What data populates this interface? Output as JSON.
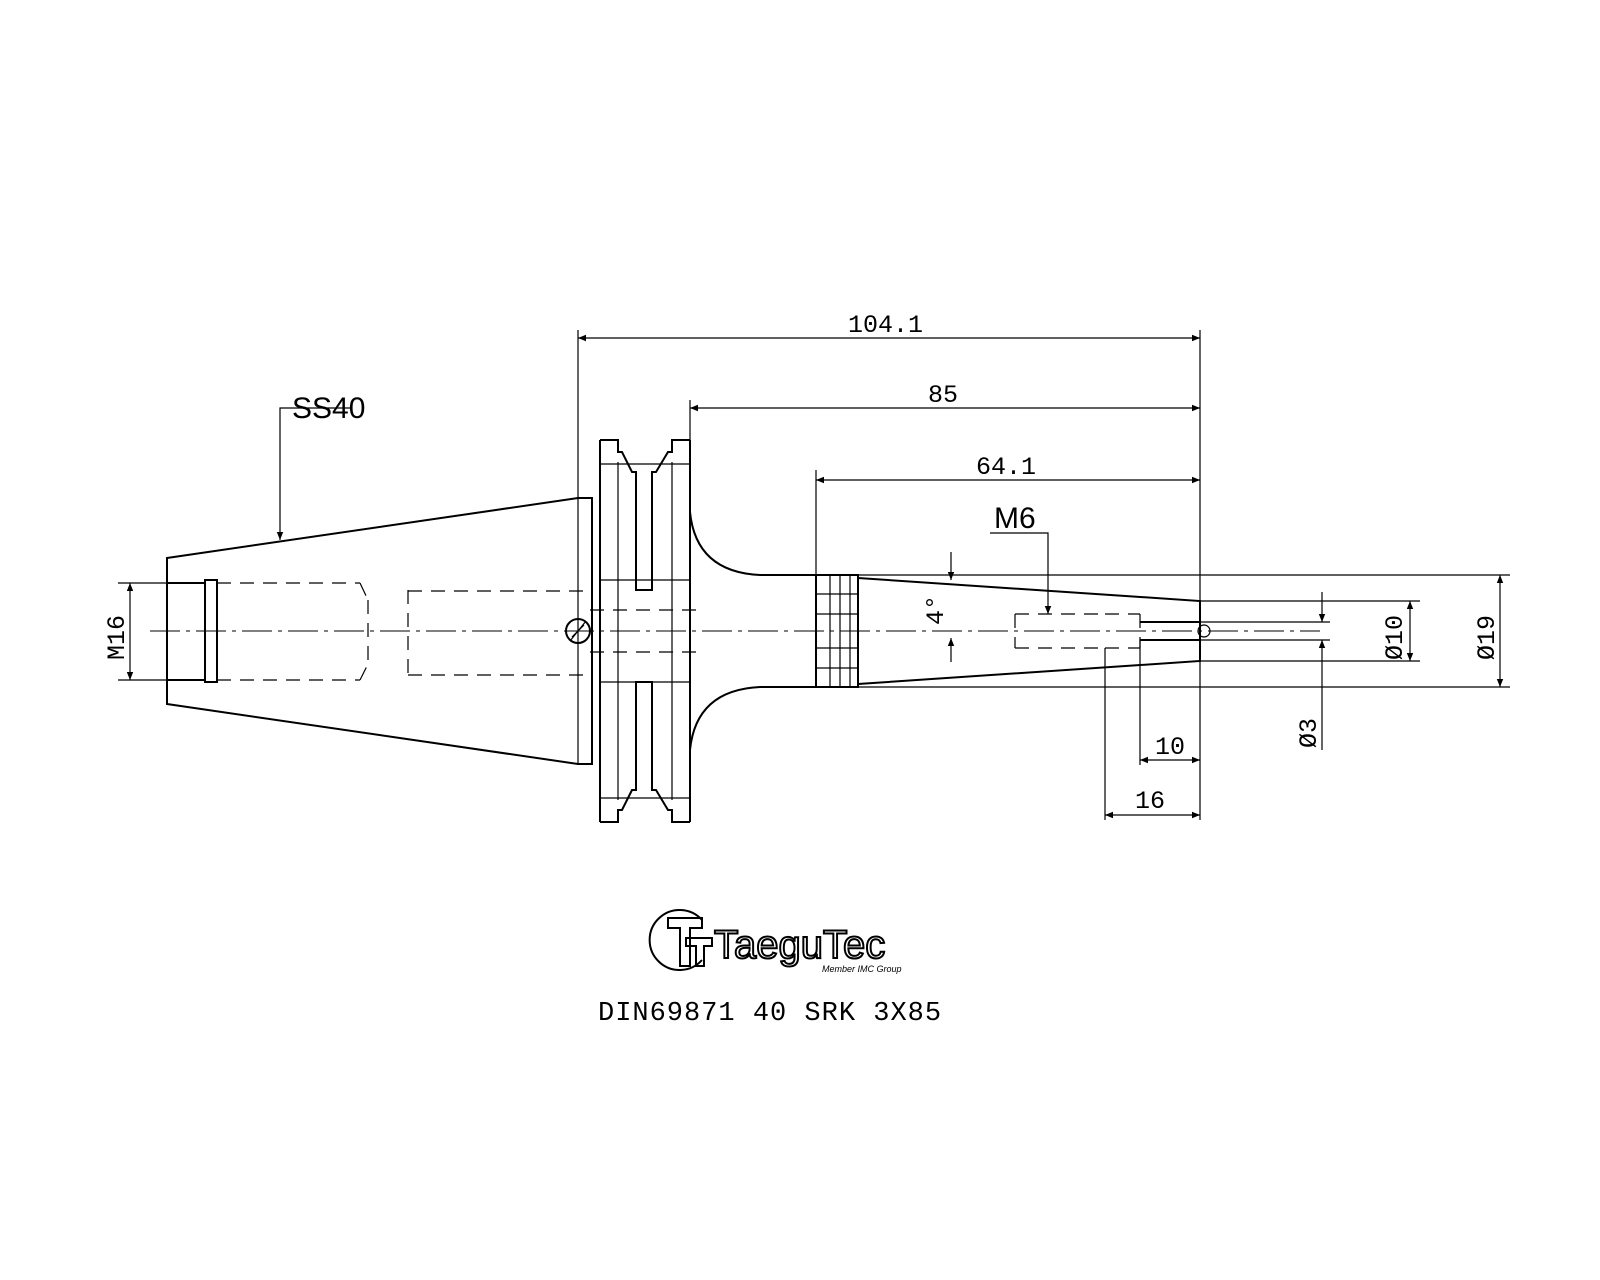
{
  "dimensions": {
    "overall_length": "104.1",
    "gauge_length": "85",
    "nose_length": "64.1",
    "thread_depth": "10",
    "bore_depth": "16",
    "taper_angle": "4°",
    "retention_thread": "M16",
    "clamp_thread": "M6",
    "nose_diameter": "Ø19",
    "shank_diameter": "Ø10",
    "bore_diameter": "Ø3"
  },
  "labels": {
    "taper_designation": "SS40"
  },
  "logo": {
    "brand": "TaeguTec",
    "tagline": "Member IMC Group"
  },
  "part_number": "DIN69871 40 SRK 3X85"
}
